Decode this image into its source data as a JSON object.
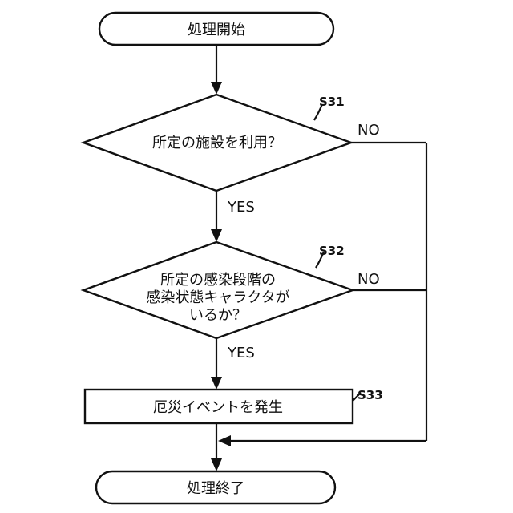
{
  "flowchart": {
    "start": "処理開始",
    "end": "処理終了",
    "decision1": {
      "step": "S31",
      "text": "所定の施設を利用？",
      "yes": "YES",
      "no": "NO"
    },
    "decision2": {
      "step": "S32",
      "lines": [
        "所定の感染段階の",
        "感染状態キャラクタが",
        "いるか？"
      ],
      "yes": "YES",
      "no": "NO"
    },
    "process": {
      "step": "S33",
      "text": "厄災イベントを発生"
    }
  }
}
